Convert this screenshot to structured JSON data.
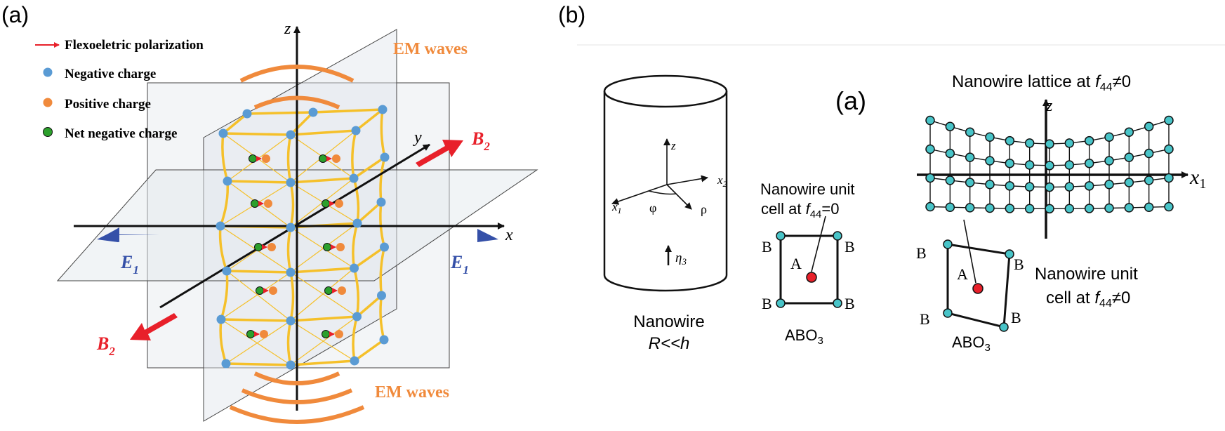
{
  "panel_a": {
    "label": "(a)",
    "legend": [
      {
        "text": "Flexoeletric polarization",
        "icon": "red-arrow-icon"
      },
      {
        "text": "Negative charge",
        "icon": "blue-dot-icon"
      },
      {
        "text": "Positive charge",
        "icon": "orange-dot-icon"
      },
      {
        "text": "Net negative charge",
        "icon": "green-dot-icon"
      }
    ],
    "em_top": "EM waves",
    "em_bottom": "EM waves",
    "axes": {
      "x": "x",
      "y": "y",
      "z": "z"
    },
    "b_field": {
      "base": "B",
      "sub": "2"
    },
    "e_field": {
      "base": "E",
      "sub": "1"
    },
    "colors": {
      "lattice": "#f5c02a",
      "negative": "#5a9bd4",
      "positive": "#f08a3c",
      "net_negative": "#2ca02c",
      "em": "#f08a3c",
      "b_arrow": "#e8202a",
      "e_arrow": "#3550a8"
    }
  },
  "panel_b": {
    "label": "(b)",
    "sub_label": "(a)",
    "cylinder": {
      "axis_z": "z",
      "axis_x2": "x",
      "axis_x2_sub": "2",
      "axis_x1": "x",
      "axis_x1_sub": "1",
      "phi": "φ",
      "rho": "ρ",
      "eta": "η",
      "eta_sub": "3",
      "title": "Nanowire",
      "condition": "R<<h"
    },
    "unit_cell": {
      "title_line1": "Nanowire unit",
      "title_line2_prefix": "cell at ",
      "f": "f",
      "f_sub": "44",
      "f_rel": "=0",
      "corner": "B",
      "center": "A",
      "formula": "ABO",
      "formula_sub": "3"
    },
    "lattice": {
      "title_prefix": "Nanowire lattice at ",
      "f": "f",
      "f_sub": "44",
      "f_rel": "≠0",
      "axis_z": "z",
      "axis_x1": "x",
      "axis_x1_sub": "1"
    },
    "deformed_cell": {
      "title_line1": "Nanowire unit",
      "title_line2_prefix": "cell at ",
      "f": "f",
      "f_sub": "44",
      "f_rel": "≠0",
      "corner": "B",
      "center": "A",
      "formula": "ABO",
      "formula_sub": "3"
    },
    "colors": {
      "node": "#48c4c8",
      "center": "#e8202a"
    }
  }
}
